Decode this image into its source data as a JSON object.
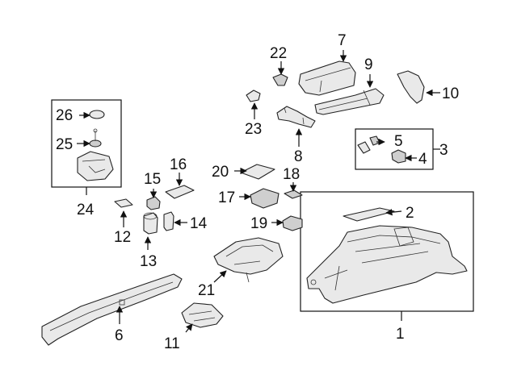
{
  "diagram": {
    "labels": {
      "l1": "1",
      "l2": "2",
      "l3": "3",
      "l4": "4",
      "l5": "5",
      "l6": "6",
      "l7": "7",
      "l8": "8",
      "l9": "9",
      "l10": "10",
      "l11": "11",
      "l12": "12",
      "l13": "13",
      "l14": "14",
      "l15": "15",
      "l16": "16",
      "l17": "17",
      "l18": "18",
      "l19": "19",
      "l20": "20",
      "l21": "21",
      "l22": "22",
      "l23": "23",
      "l24": "24",
      "l25": "25",
      "l26": "26"
    }
  }
}
